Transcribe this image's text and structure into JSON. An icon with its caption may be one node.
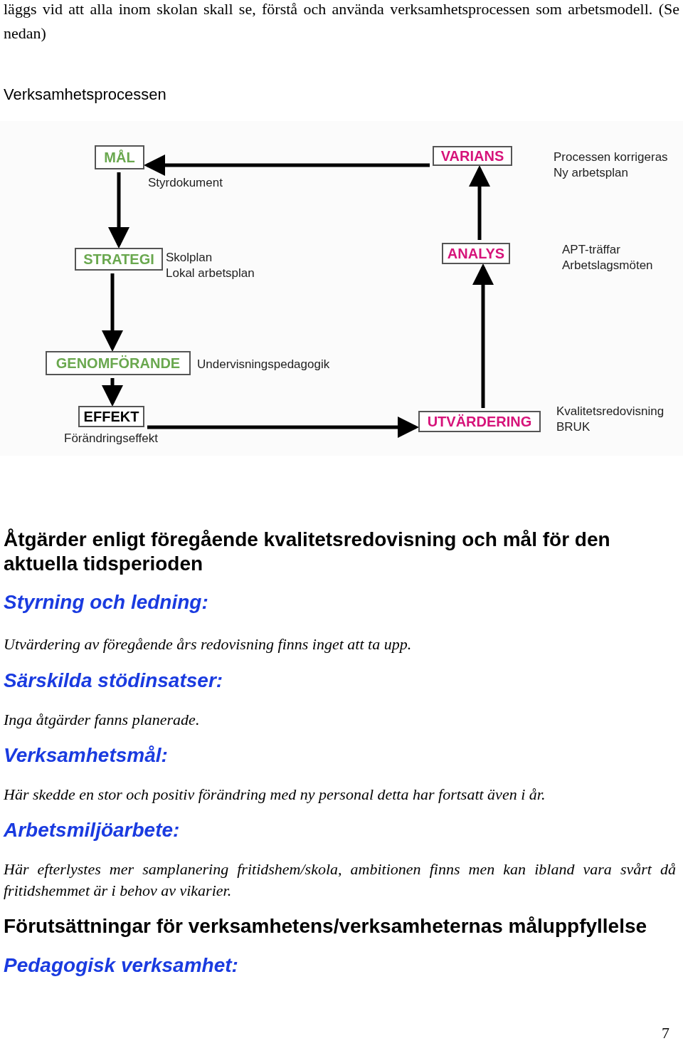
{
  "diagram": {
    "title": "Verksamhetsprocessen",
    "nodes": [
      {
        "text": [
          "MÅL"
        ],
        "beside": [
          "Styrdokument"
        ]
      },
      {
        "text": [
          "VARIANS"
        ],
        "beside": [
          "Processen korrigeras",
          "Ny arbetsplan"
        ]
      },
      {
        "text": [
          "STRATEGI"
        ],
        "beside": [
          "Skolplan",
          "Lokal arbetsplan"
        ]
      },
      {
        "text": [
          "ANALYS"
        ],
        "beside": [
          "APT-träffar",
          "Arbetslagsmöten"
        ]
      },
      {
        "text": [
          "GENOMFÖRANDE"
        ],
        "beside": [
          "Undervisningspedagogik"
        ]
      },
      {
        "text": [
          "EFFEKT"
        ],
        "beside": [
          "Förändringseffekt"
        ]
      },
      {
        "text": [
          "UTVÄRDERING"
        ],
        "beside": [
          "Kvalitetsredovisning",
          "BRUK"
        ]
      }
    ],
    "edges": [
      {
        "from": 0,
        "to": 2,
        "arrow": "to"
      },
      {
        "from": 2,
        "to": 4,
        "arrow": "to"
      },
      {
        "from": 4,
        "to": 5,
        "arrow": "to"
      },
      {
        "from": 5,
        "to": 6,
        "arrow": "to"
      },
      {
        "from": 6,
        "to": 3,
        "arrow": "to"
      },
      {
        "from": 3,
        "to": 1,
        "arrow": "to"
      },
      {
        "from": 1,
        "to": 0,
        "arrow": "to"
      }
    ],
    "labels": [
      "läggs vid att alla inom skolan skall se, förstå och använda verksamhetsprocessen som arbetsmodell. (Se nedan)",
      "Åtgärder enligt föregående kvalitetsredovisning och mål för den aktuella tidsperioden",
      "Styrning och ledning:",
      "Utvärdering av föregående års redovisning finns inget att ta upp.",
      "Särskilda stödinsatser:",
      "Inga åtgärder fanns planerade.",
      "Verksamhetsmål:",
      "Här skedde en stor och positiv förändring med ny personal detta har fortsatt även i år.",
      "Arbetsmiljöarbete:",
      "Här efterlystes mer samplanering fritidshem/skola, ambitionen finns men kan ibland vara svårt då fritidshemmet är i behov av vikarier.",
      "Förutsättningar för verksamhetens/verksamheternas måluppfyllelse",
      "Pedagogisk verksamhet:",
      "7"
    ]
  }
}
